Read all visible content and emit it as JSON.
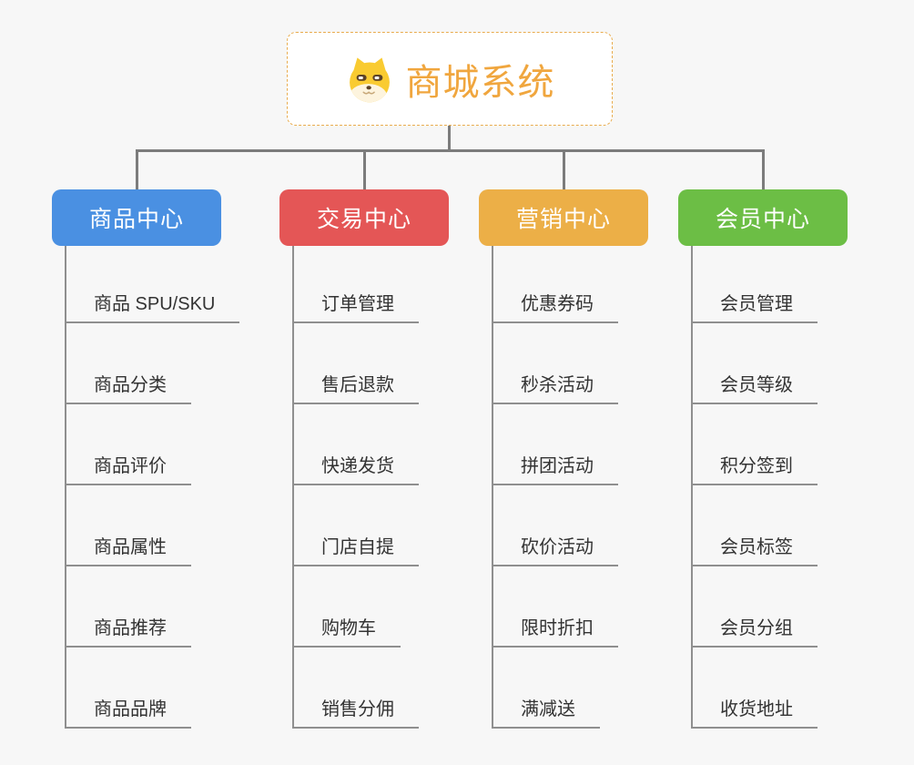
{
  "page": {
    "background": "#F7F7F7",
    "connector_color": "#7C7C7C"
  },
  "root": {
    "title": "商城系统",
    "icon": "shiba-dog-icon",
    "text_color": "#F0A63E",
    "border_color": "#E9AC4E"
  },
  "branches": [
    {
      "id": "product-center",
      "label": "商品中心",
      "color": "#4A90E2",
      "items": [
        "商品 SPU/SKU",
        "商品分类",
        "商品评价",
        "商品属性",
        "商品推荐",
        "商品品牌"
      ]
    },
    {
      "id": "trade-center",
      "label": "交易中心",
      "color": "#E45656",
      "items": [
        "订单管理",
        "售后退款",
        "快递发货",
        "门店自提",
        "购物车",
        "销售分佣"
      ]
    },
    {
      "id": "marketing-center",
      "label": "营销中心",
      "color": "#ECAF47",
      "items": [
        "优惠券码",
        "秒杀活动",
        "拼团活动",
        "砍价活动",
        "限时折扣",
        "满减送"
      ]
    },
    {
      "id": "member-center",
      "label": "会员中心",
      "color": "#6CBE45",
      "items": [
        "会员管理",
        "会员等级",
        "积分签到",
        "会员标签",
        "会员分组",
        "收货地址"
      ]
    }
  ]
}
